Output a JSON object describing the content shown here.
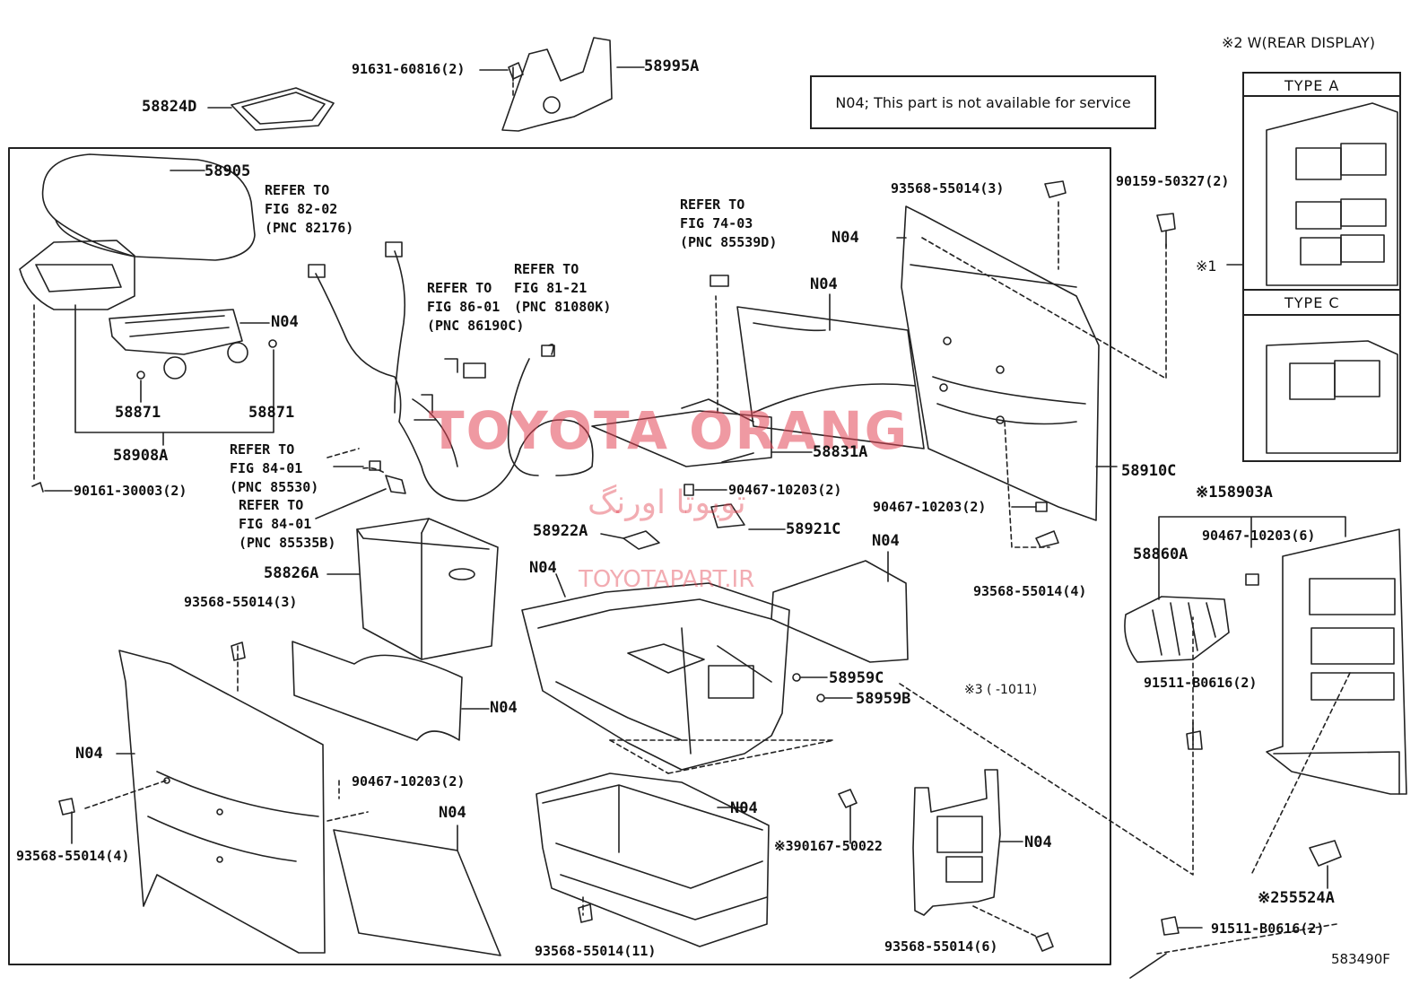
{
  "notice": {
    "code": "N04",
    "text": "; This part is not available for service"
  },
  "legend": {
    "title": "※2 W(REAR DISPLAY)",
    "type_a": "TYPE A",
    "type_c": "TYPE C",
    "mark1": "※1"
  },
  "watermark": {
    "brand": "TOYOTA ORANG",
    "persian": "تویوتا اورنگ",
    "site": "TOYOTAPART.IR"
  },
  "labels": {
    "p91631": "91631-60816(2)",
    "p58995a": "58995A",
    "p58824d": "58824D",
    "p58905": "58905",
    "n04_top_console": "N04",
    "p58871_l": "58871",
    "p58871_r": "58871",
    "p58908a": "58908A",
    "p90161": "90161-30003(2)",
    "p58826a": "58826A",
    "p93568_3a": "93568-55014(3)",
    "n04_mid_left": "N04",
    "n04_left": "N04",
    "p93568_4_left": "93568-55014(4)",
    "p90467_2_left": "90467-10203(2)",
    "n04_lower_left": "N04",
    "p58922a": "58922A",
    "n04_center": "N04",
    "p58921c": "58921C",
    "p90467_2_mid": "90467-10203(2)",
    "p58831a": "58831A",
    "n04_panel": "N04",
    "n04_side_top": "N04",
    "p93568_3b": "93568-55014(3)",
    "p90159": "90159-50327(2)",
    "p90467_2_right": "90467-10203(2)",
    "p93568_4_right": "93568-55014(4)",
    "p58910c": "58910C",
    "n04_right_liner": "N04",
    "p58959c": "58959C",
    "p58959b": "58959B",
    "mark3_range": "※3 ( -1011)",
    "n04_tray": "N04",
    "p90167": "※390167-50022",
    "n04_bracket": "N04",
    "p93568_11": "93568-55014(11)",
    "p93568_6": "93568-55014(6)",
    "p58903a": "※158903A",
    "p58860a": "58860A",
    "p90467_6": "90467-10203(6)",
    "p91511_top": "91511-B0616(2)",
    "p55524a": "※255524A",
    "p91511_bottom": "91511-B0616(2)",
    "fig_code": "583490F"
  },
  "references": {
    "fig82": "REFER TO\nFIG 82-02\n(PNC 82176)",
    "fig86": "REFER TO\nFIG 86-01\n(PNC 86190C)",
    "fig81": "REFER TO\nFIG 81-21\n(PNC 81080K)",
    "fig74": "REFER TO\nFIG 74-03\n(PNC 85539D)",
    "fig84a": "REFER TO\nFIG 84-01\n(PNC 85530)",
    "fig84b": "REFER TO\nFIG 84-01\n(PNC 85535B)"
  }
}
